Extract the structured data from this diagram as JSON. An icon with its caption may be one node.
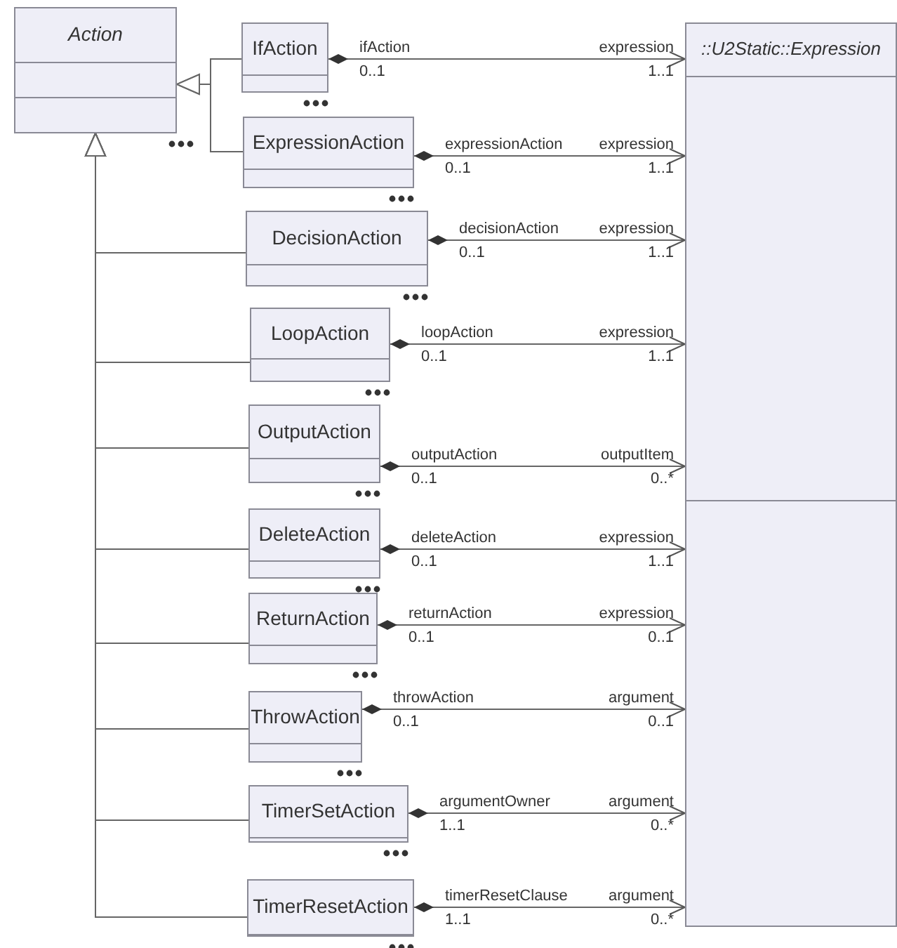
{
  "diagram": {
    "nodes": [
      {
        "text": [
          "Action"
        ]
      },
      {
        "text": [
          "IfAction"
        ]
      },
      {
        "text": [
          "ExpressionAction"
        ]
      },
      {
        "text": [
          "DecisionAction"
        ]
      },
      {
        "text": [
          "LoopAction"
        ]
      },
      {
        "text": [
          "OutputAction"
        ]
      },
      {
        "text": [
          "DeleteAction"
        ]
      },
      {
        "text": [
          "ReturnAction"
        ]
      },
      {
        "text": [
          "ThrowAction"
        ]
      },
      {
        "text": [
          "TimerSetAction"
        ]
      },
      {
        "text": [
          "TimerResetAction"
        ]
      },
      {
        "text": [
          "::U2Static::Expression"
        ]
      }
    ],
    "edges": [
      {
        "from": 1,
        "to": 0,
        "arrow": "to"
      },
      {
        "from": 2,
        "to": 0,
        "arrow": "to"
      },
      {
        "from": 3,
        "to": 0,
        "arrow": "to"
      },
      {
        "from": 4,
        "to": 0,
        "arrow": "to"
      },
      {
        "from": 5,
        "to": 0,
        "arrow": "to"
      },
      {
        "from": 6,
        "to": 0,
        "arrow": "to"
      },
      {
        "from": 7,
        "to": 0,
        "arrow": "to"
      },
      {
        "from": 8,
        "to": 0,
        "arrow": "to"
      },
      {
        "from": 9,
        "to": 0,
        "arrow": "to"
      },
      {
        "from": 10,
        "to": 0,
        "arrow": "to"
      },
      {
        "from": 1,
        "to": 11,
        "arrow": "to",
        "label": "ifAction"
      },
      {
        "from": 2,
        "to": 11,
        "arrow": "to",
        "label": "expressionAction"
      },
      {
        "from": 3,
        "to": 11,
        "arrow": "to",
        "label": "decisionAction"
      },
      {
        "from": 4,
        "to": 11,
        "arrow": "to",
        "label": "loopAction"
      },
      {
        "from": 5,
        "to": 11,
        "arrow": "to",
        "label": "outputAction"
      },
      {
        "from": 6,
        "to": 11,
        "arrow": "to",
        "label": "deleteAction"
      },
      {
        "from": 7,
        "to": 11,
        "arrow": "to",
        "label": "returnAction"
      },
      {
        "from": 8,
        "to": 11,
        "arrow": "to",
        "label": "throwAction"
      },
      {
        "from": 9,
        "to": 11,
        "arrow": "to",
        "label": "argumentOwner"
      },
      {
        "from": 10,
        "to": 11,
        "arrow": "to",
        "label": "timerResetClause"
      }
    ],
    "labels": [
      "expression",
      "0..1",
      "1..1",
      "expression",
      "0..1",
      "1..1",
      "expression",
      "0..1",
      "1..1",
      "expression",
      "0..1",
      "1..1",
      "outputItem",
      "0..1",
      "0..*",
      "expression",
      "0..1",
      "1..1",
      "expression",
      "0..1",
      "0..1",
      "argument",
      "0..1",
      "0..1",
      "argument",
      "1..1",
      "0..*",
      "argument",
      "1..1",
      "0..*"
    ]
  }
}
